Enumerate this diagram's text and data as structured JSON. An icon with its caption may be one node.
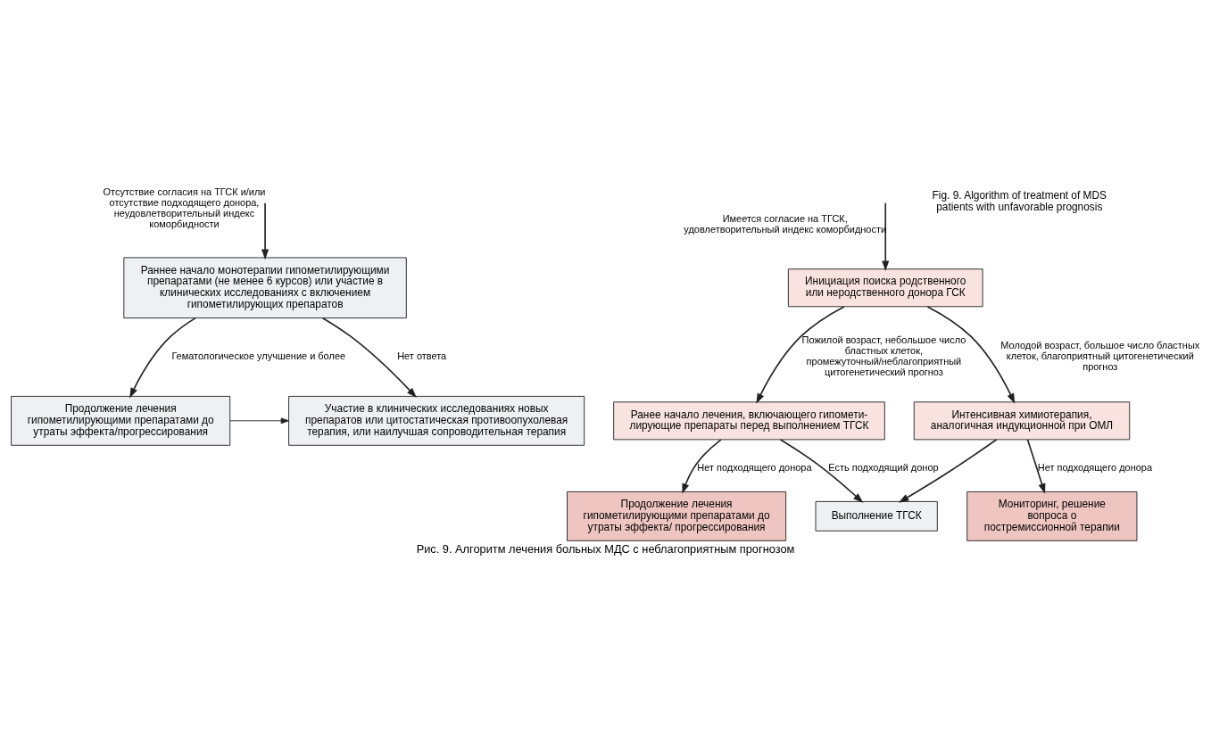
{
  "diagram": {
    "caption": "Рис. 9. Алгоритм лечения больных МДС с неблагоприятным прогнозом",
    "nodes": [
      {
        "text": [
          "Раннее начало монотерапии гипометилирующими препаратами (не менее 6 курсов) или участие в клинических исследованиях с включением гипометилирующих препаратов"
        ]
      },
      {
        "text": [
          "Инициация поиска родственного или неродственного донора ГСК"
        ]
      },
      {
        "text": [
          "Продолжение лечения гипометилирующими препаратами до утраты эффекта/прогрессирования"
        ]
      },
      {
        "text": [
          "Участие в клинических исследованиях новых препаратов или цитостатическая противоопухолевая терапия, или наилучшая сопроводительная терапия"
        ]
      },
      {
        "text": [
          "Ранее начало лечения, включающего гипомети- лирующие препараты перед выполнением ТГСК"
        ]
      },
      {
        "text": [
          "Интенсивная химиотерапия, аналогичная индукционной при ОМЛ"
        ]
      },
      {
        "text": [
          "Продолжение лечения гипометилирующими препаратами до утраты эффекта/ прогрессирования"
        ]
      },
      {
        "text": [
          "Выполнение ТГСК"
        ]
      },
      {
        "text": [
          "Мониторинг, решение вопроса о постремиссионной терапии"
        ]
      }
    ],
    "edges": [
      {
        "from": null,
        "to": 0,
        "arrow": "to",
        "label": "Отсутствие согласия на ТГСК и/или отсутствие подходящего донора, неудовлетворительный индекс коморбидности"
      },
      {
        "from": null,
        "to": 1,
        "arrow": "to",
        "label": "Имеется согласие на ТГСК, удовлетворительный индекс коморбидности"
      },
      {
        "from": 0,
        "to": 2,
        "arrow": "to",
        "label": "Гематологическое улучшение и более"
      },
      {
        "from": 0,
        "to": 3,
        "arrow": "to",
        "label": "Нет ответа"
      },
      {
        "from": 2,
        "to": 3,
        "arrow": "to"
      },
      {
        "from": 1,
        "to": 4,
        "arrow": "to",
        "label": "Пожилой возраст, небольшое число бластных клеток, промежуточный/неблагоприятный цитогенетический прогноз"
      },
      {
        "from": 1,
        "to": 5,
        "arrow": "to",
        "label": "Молодой возраст, большое число бластных клеток, благоприятный цитогенетический прогноз"
      },
      {
        "from": 4,
        "to": 6,
        "arrow": "to",
        "label": "Нет подходящего донора"
      },
      {
        "from": 4,
        "to": 7,
        "arrow": "to",
        "label": "Есть подходящий донор"
      },
      {
        "from": 5,
        "to": 7,
        "arrow": "to"
      },
      {
        "from": 5,
        "to": 8,
        "arrow": "to",
        "label": "Нет подходящего донора"
      }
    ],
    "labels": [
      "Fig. 9. Algorithm of treatment of MDS patients with unfavorable prognosis"
    ]
  }
}
